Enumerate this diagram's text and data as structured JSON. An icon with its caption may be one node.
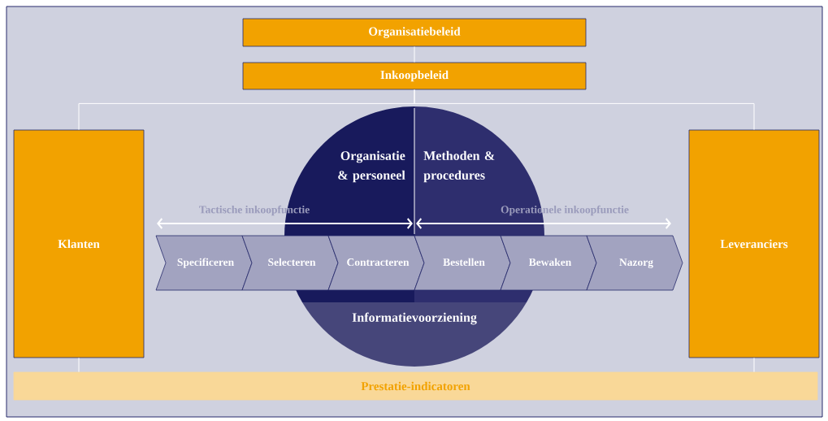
{
  "diagram": {
    "nodes": [
      {
        "text": [
          "Organisatiebeleid"
        ]
      },
      {
        "text": [
          "Inkoopbeleid"
        ]
      },
      {
        "text": [
          "Klanten"
        ]
      },
      {
        "text": [
          "Organisatie & personeel"
        ]
      },
      {
        "text": [
          "Methoden & procedures"
        ]
      },
      {
        "text": [
          "Informatievoorziening"
        ]
      },
      {
        "text": [
          "Specificeren"
        ]
      },
      {
        "text": [
          "Selecteren"
        ]
      },
      {
        "text": [
          "Contracteren"
        ]
      },
      {
        "text": [
          "Bestellen"
        ]
      },
      {
        "text": [
          "Bewaken"
        ]
      },
      {
        "text": [
          "Nazorg"
        ]
      },
      {
        "text": [
          "Leveranciers"
        ]
      },
      {
        "text": [
          "Prestatie-indicatoren"
        ]
      }
    ],
    "edges": [
      {
        "from": 0,
        "to": 1,
        "arrow": "none"
      },
      {
        "from": 1,
        "to": 2,
        "arrow": "none"
      },
      {
        "from": 1,
        "to": 12,
        "arrow": "none"
      },
      {
        "from": 2,
        "to": 13,
        "arrow": "none"
      },
      {
        "from": 12,
        "to": 13,
        "arrow": "none"
      }
    ],
    "labels": [
      "Tactische inkoopfunctie",
      "Operationele inkoopfunctie"
    ]
  }
}
